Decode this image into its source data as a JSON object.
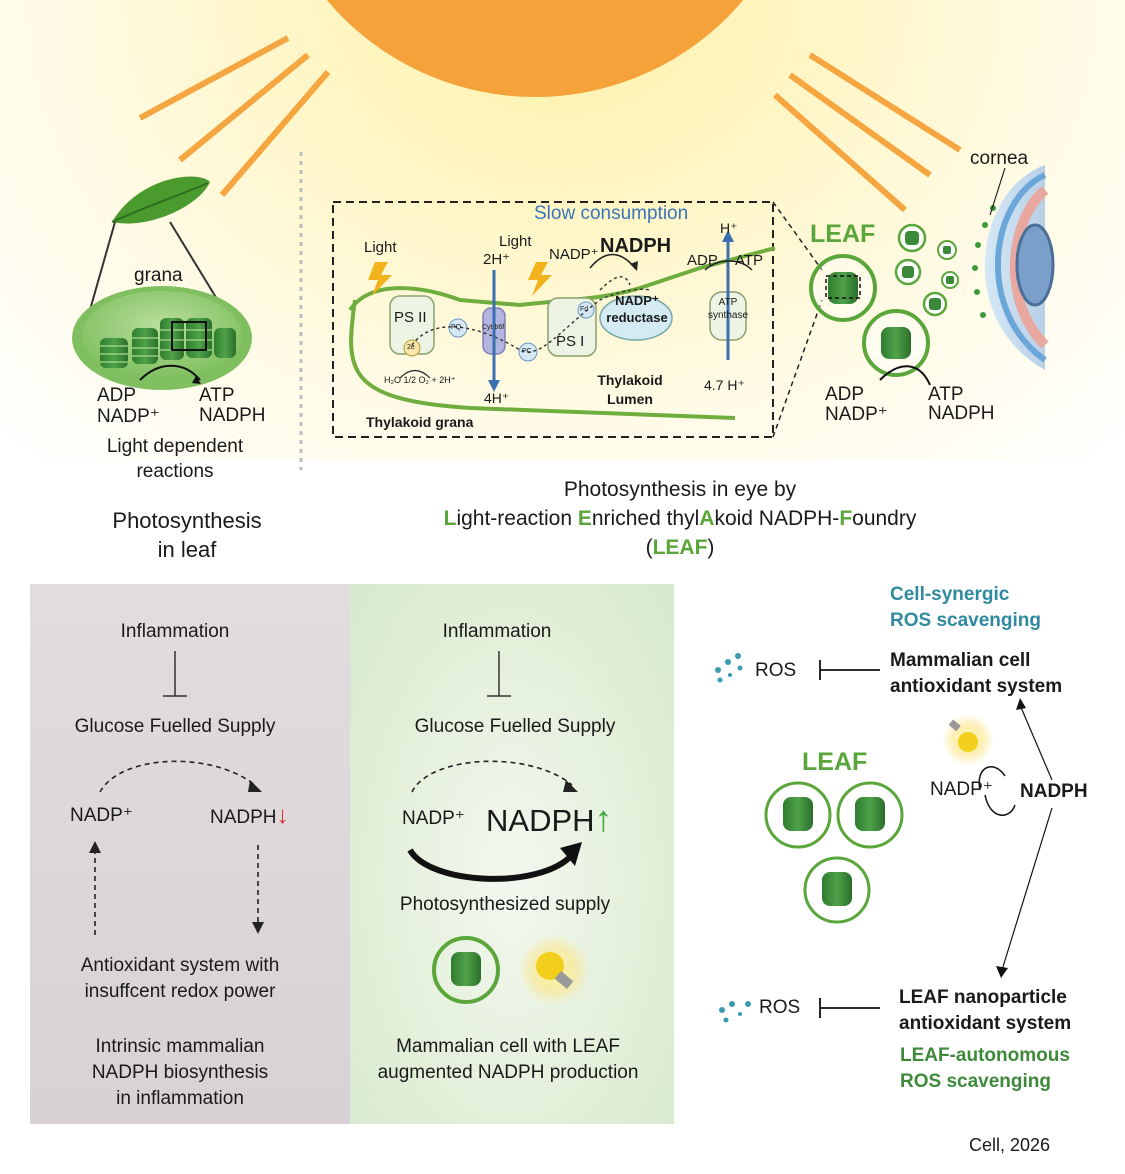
{
  "top": {
    "leaf_section": {
      "grana": "grana",
      "adp": "ADP",
      "nadp_plus": "NADP⁺",
      "atp": "ATP",
      "nadph": "NADPH",
      "light_dependent_1": "Light dependent",
      "light_dependent_2": "reactions",
      "caption_1": "Photosynthesis",
      "caption_2": "in leaf"
    },
    "thylakoid_box": {
      "slow_consumption": "Slow consumption",
      "light_left": "Light",
      "light_mid": "Light",
      "ps2": "PS II",
      "ps1": "PS I",
      "pq": "PQ",
      "pc": "PC",
      "cyt": "Cyt b6f",
      "fd": "Fd",
      "two_e": "2e",
      "water": "H₂O   1/2 O₂ + 2H⁺",
      "two_h": "2H⁺",
      "four_h": "4H⁺",
      "nadp_plus": "NADP⁺",
      "nadph": "NADPH",
      "nadp_reductase_1": "NADP⁺",
      "nadp_reductase_2": "reductase",
      "adp": "ADP",
      "atp": "ATP",
      "h_plus": "H⁺",
      "atp_synthase_1": "ATP",
      "atp_synthase_2": "synthase",
      "four_seven_h": "4.7 H⁺",
      "lumen_1": "Thylakoid",
      "lumen_2": "Lumen",
      "grana_label": "Thylakoid grana"
    },
    "eye_section": {
      "leaf": "LEAF",
      "cornea": "cornea",
      "adp": "ADP",
      "nadp_plus": "NADP⁺",
      "atp": "ATP",
      "nadph": "NADPH"
    },
    "caption": {
      "line1": "Photosynthesis in eye by",
      "l": "L",
      "ight_reaction": "ight-reaction ",
      "e": "E",
      "nriched_thyl": "nriched thyl",
      "a": "A",
      "koid": "koid NADPH-",
      "f": "F",
      "oundry": "oundry",
      "open": "(",
      "leaf": "LEAF",
      "close": ")"
    }
  },
  "panel_left": {
    "inflammation": "Inflammation",
    "glucose": "Glucose Fuelled Supply",
    "nadp_plus": "NADP⁺",
    "nadph": "NADPH",
    "down_arrow": "↓",
    "antioxidant_1": "Antioxidant system with",
    "antioxidant_2": "insuffcent redox power",
    "caption_1": "Intrinsic mammalian",
    "caption_2": "NADPH biosynthesis",
    "caption_3": "in inflammation"
  },
  "panel_mid": {
    "inflammation": "Inflammation",
    "glucose": "Glucose Fuelled Supply",
    "nadp_plus": "NADP⁺",
    "nadph": "NADPH",
    "up_arrow": "↑",
    "photosynthesized": "Photosynthesized supply",
    "caption_1": "Mammalian cell with LEAF",
    "caption_2": "augmented NADPH production"
  },
  "panel_right": {
    "cell_synergic_1": "Cell-synergic",
    "cell_synergic_2": "ROS scavenging",
    "ros_top": "ROS",
    "mammalian_1": "Mammalian cell",
    "mammalian_2": "antioxidant system",
    "leaf": "LEAF",
    "nadp_plus": "NADP⁺",
    "nadph": "NADPH",
    "ros_bottom": "ROS",
    "leaf_np_1": "LEAF nanoparticle",
    "leaf_np_2": "antioxidant system",
    "autonomous_1": "LEAF-autonomous",
    "autonomous_2": "ROS scavenging"
  },
  "citation": "Cell, 2026",
  "colors": {
    "sun": "#f6a23a",
    "ray": "#f5a640",
    "leaf_green": "#4a9a2e",
    "membrane": "#6fae3e",
    "teal_text": "#2f8aa0",
    "blue_text": "#3a74b8",
    "red_arrow": "#e03030",
    "green_arrow": "#3aa83a"
  }
}
